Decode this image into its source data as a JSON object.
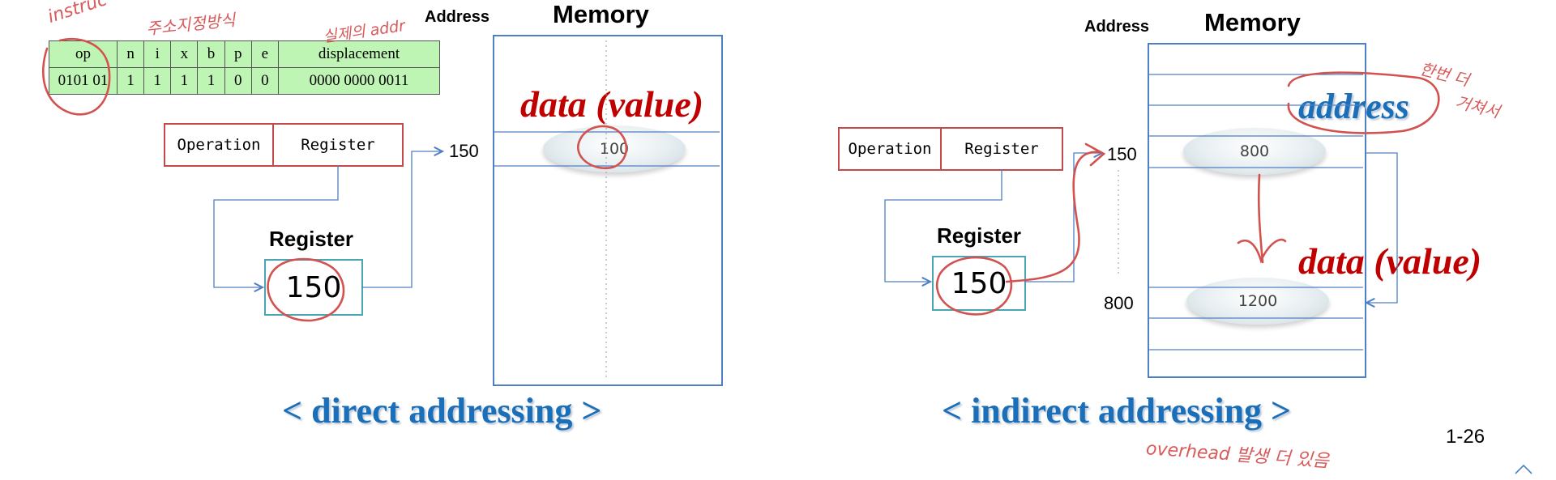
{
  "instruction_format": {
    "headers": [
      "op",
      "n",
      "i",
      "x",
      "b",
      "p",
      "e",
      "displacement"
    ],
    "values": [
      "0101 01",
      "1",
      "1",
      "1",
      "1",
      "0",
      "0",
      "0000 0000 0011"
    ]
  },
  "direct": {
    "address_title": "Address",
    "memory_title": "Memory",
    "op_label": "Operation",
    "reg_label": "Register",
    "register_title": "Register",
    "register_value": "150",
    "address_150": "150",
    "cell_value": "100",
    "data_label": "data (value)",
    "caption": "< direct addressing >"
  },
  "indirect": {
    "address_title": "Address",
    "memory_title": "Memory",
    "op_label": "Operation",
    "reg_label": "Register",
    "register_title": "Register",
    "register_value": "150",
    "address_150": "150",
    "address_800": "800",
    "cell_800_value": "800",
    "cell_1200_value": "1200",
    "address_label": "address",
    "data_label": "data (value)",
    "caption": "< indirect addressing >"
  },
  "annotations": {
    "instruction": "instruc",
    "addressing_mode": "주소지정방식",
    "real_addr": "실제의 addr",
    "once_more_1": "한번 더",
    "once_more_2": "거쳐서",
    "overhead": "overhead 발생 더 있음"
  },
  "page_number": "1-26",
  "colors": {
    "caption_blue": "#1a6fb8",
    "data_red": "#c00000",
    "annotation_red": "#d85a5a",
    "table_green": "#bff5b4",
    "memory_border": "#4f7fc4",
    "register_border": "#4aa6b3"
  }
}
